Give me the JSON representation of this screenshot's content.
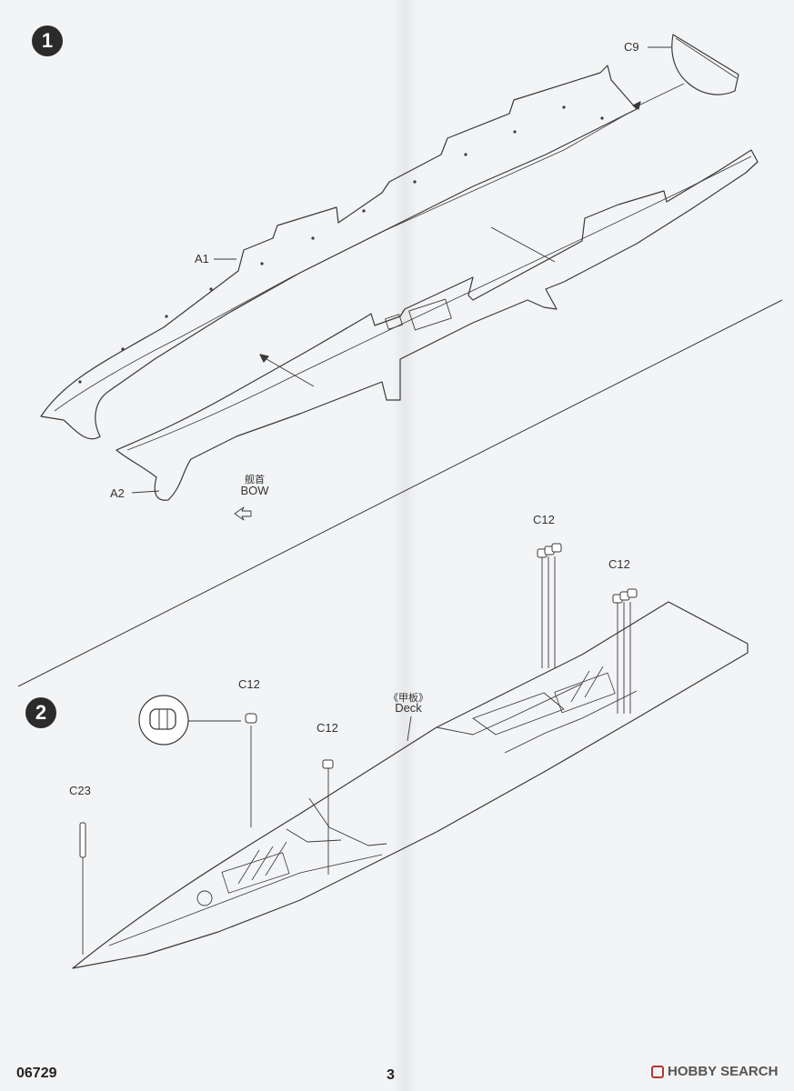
{
  "page": {
    "model_code": "06729",
    "page_number": "3",
    "watermark": "HOBBY SEARCH"
  },
  "steps": [
    {
      "number": "1",
      "parts": {
        "c9": "C9",
        "a1": "A1",
        "a2": "A2"
      },
      "bow_label_cn": "舰首",
      "bow_label_en": "BOW"
    },
    {
      "number": "2",
      "parts": {
        "c12_top": "C12",
        "c12_right": "C12",
        "c12_mid": "C12",
        "c12_small": "C12",
        "c23": "C23"
      },
      "deck_label_cn": "《甲板》",
      "deck_label_en": "Deck"
    }
  ],
  "colors": {
    "line": "#3a3a3a",
    "badge": "#2b2b2b",
    "paper": "#f3f4f6",
    "watermark_accent": "#b33333"
  }
}
